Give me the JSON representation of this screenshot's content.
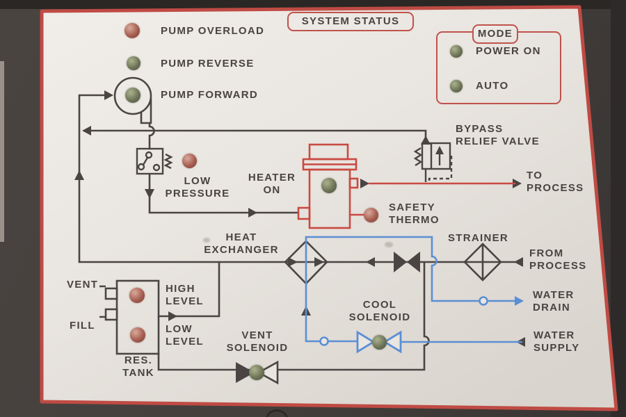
{
  "panel": {
    "title": "SYSTEM STATUS"
  },
  "mode": {
    "label": "MODE",
    "power_on": "POWER ON",
    "auto": "AUTO"
  },
  "status_leds": {
    "pump_overload": "PUMP OVERLOAD",
    "pump_reverse": "PUMP REVERSE",
    "pump_forward": "PUMP FORWARD"
  },
  "labels": {
    "low_pressure": [
      "LOW",
      "PRESSURE"
    ],
    "heater_on": [
      "HEATER",
      "ON"
    ],
    "safety_thermo": [
      "SAFETY",
      "THERMO"
    ],
    "bypass_relief_valve": [
      "BYPASS",
      "RELIEF VALVE"
    ],
    "to_process": [
      "TO",
      "PROCESS"
    ],
    "heat_exchanger": [
      "HEAT",
      "EXCHANGER"
    ],
    "strainer": "STRAINER",
    "from_process": [
      "FROM",
      "PROCESS"
    ],
    "water_drain": [
      "WATER",
      "DRAIN"
    ],
    "water_supply": [
      "WATER",
      "SUPPLY"
    ],
    "cool_solenoid": [
      "COOL",
      "SOLENOID"
    ],
    "vent_solenoid": [
      "VENT",
      "SOLENOID"
    ],
    "high_level": [
      "HIGH",
      "LEVEL"
    ],
    "low_level": [
      "LOW",
      "LEVEL"
    ],
    "vent": "VENT",
    "fill": "FILL",
    "res_tank": [
      "RES.",
      "TANK"
    ]
  },
  "colors": {
    "panel_bg": "#e9e5e0",
    "border_red": "#c0524c",
    "line_black": "#4a4542",
    "line_red": "#c94a42",
    "line_blue": "#5b8fd4",
    "led_red": "#a65e50",
    "led_green": "#6e7557",
    "text": "#4a4440"
  }
}
